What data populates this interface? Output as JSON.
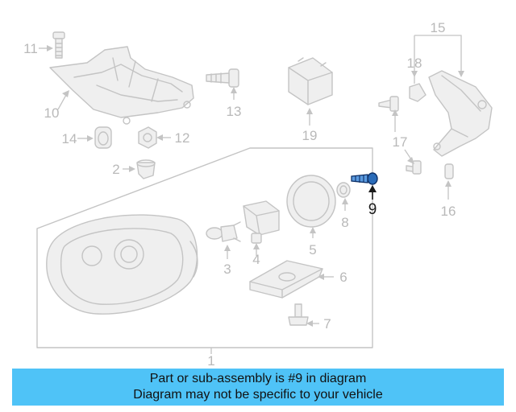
{
  "diagram": {
    "callouts": {
      "c1": "1",
      "c2": "2",
      "c3": "3",
      "c4": "4",
      "c5": "5",
      "c6": "6",
      "c7": "7",
      "c8": "8",
      "c9": "9",
      "c10": "10",
      "c11": "11",
      "c12": "12",
      "c13": "13",
      "c14": "14",
      "c15": "15",
      "c16": "16",
      "c17": "17",
      "c18": "18",
      "c19": "19"
    },
    "highlighted_part": "9",
    "highlight_color": "#1a1a1a",
    "part_color": "#c4c4c4"
  },
  "banner": {
    "line1": "Part or sub-assembly is #9 in diagram",
    "line2": "Diagram may not be specific to your vehicle",
    "background": "#4fc3f7"
  }
}
